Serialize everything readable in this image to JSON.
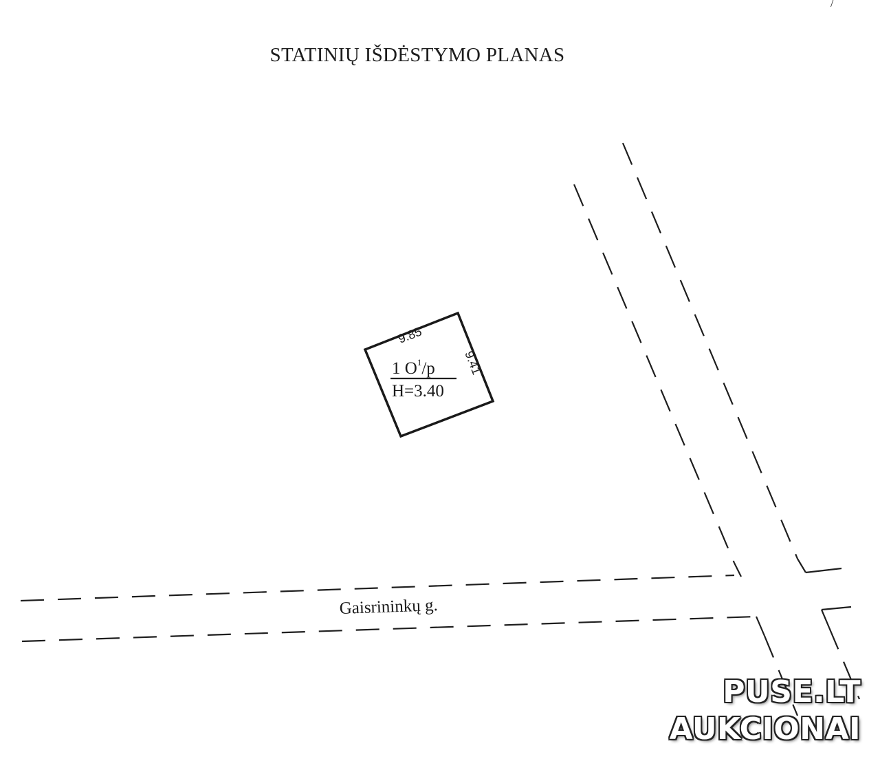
{
  "title": "STATINIŲ IŠDĖSTYMO PLANAS",
  "corner_mark": "/",
  "building": {
    "dimension_top": "9.85",
    "dimension_right": "9.41",
    "label_main": "1 O",
    "label_sup": "1",
    "label_suffix": "/p",
    "height_label": "H=3.40"
  },
  "street": {
    "name": "Gaisrininkų g."
  },
  "watermark": {
    "line1": "PUSE.LT",
    "line2": "AUKCIONAI"
  },
  "colors": {
    "line": "#1e1e1e",
    "background": "#ffffff"
  }
}
